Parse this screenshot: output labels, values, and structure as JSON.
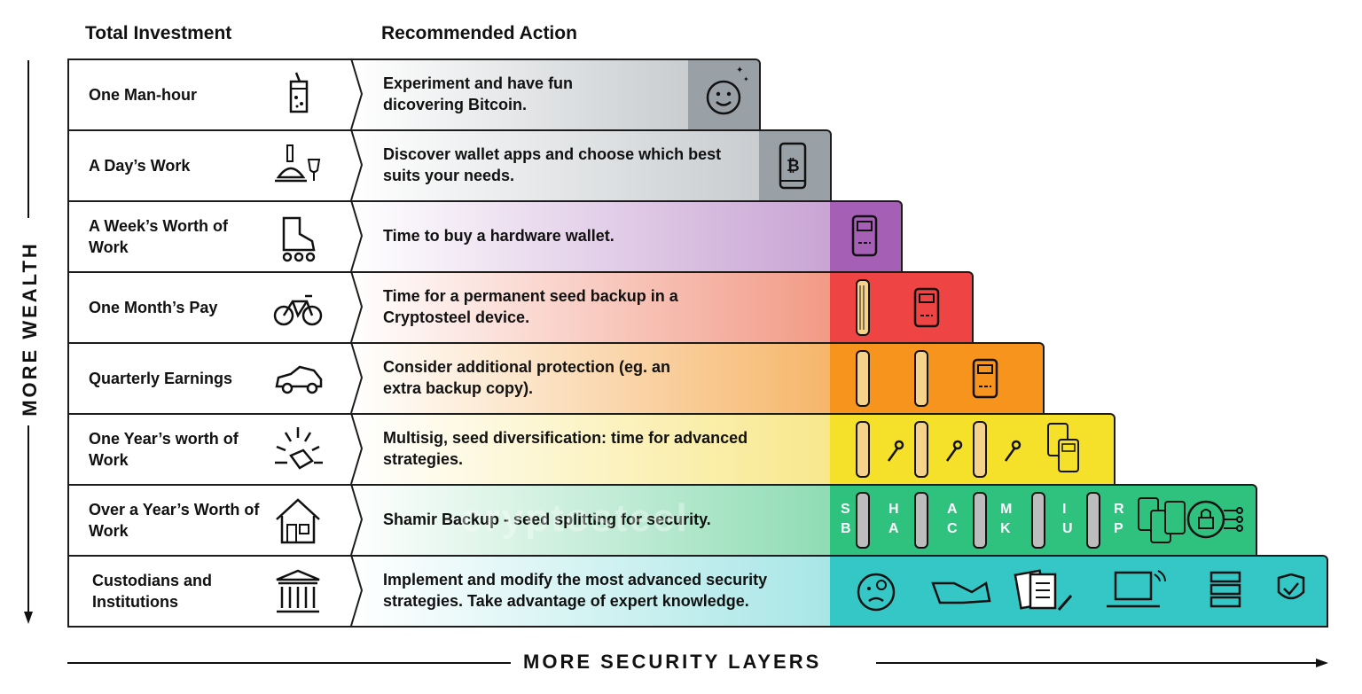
{
  "headers": {
    "total_investment": "Total Investment",
    "recommended_action": "Recommended Action"
  },
  "axes": {
    "vertical": "MORE WEALTH",
    "horizontal": "MORE SECURITY LAYERS"
  },
  "watermark": "cryptosteel",
  "rows": [
    {
      "investment": "One Man-hour",
      "action": "Experiment and have fun dicovering Bitcoin.",
      "icon": "drink-glass-icon",
      "color": "#9aa1a6"
    },
    {
      "investment": "A Day’s Work",
      "action": "Discover wallet apps and choose which best suits your needs.",
      "icon": "dinner-cloche-icon",
      "color": "#9aa1a6"
    },
    {
      "investment": "A Week’s Worth of Work",
      "action": "Time to buy a hardware wallet.",
      "icon": "roller-skate-icon",
      "color": "#a55fb5"
    },
    {
      "investment": "One Month’s Pay",
      "action": "Time for a permanent seed backup in a Cryptosteel device.",
      "icon": "bicycle-icon",
      "color": "#ef4444"
    },
    {
      "investment": "Quarterly Earnings",
      "action": "Consider additional protection (eg. an extra backup copy).",
      "icon": "car-icon",
      "color": "#f7941d"
    },
    {
      "investment": "One Year’s worth of Work",
      "action": "Multisig, seed diversification: time for advanced strategies.",
      "icon": "gold-bar-icon",
      "color": "#f5e02a"
    },
    {
      "investment": "Over a Year’s Worth of Work",
      "action": "Shamir Backup - seed splitting for security.",
      "icon": "house-icon",
      "color": "#2ec27e"
    },
    {
      "investment": "Custodians and Institutions",
      "action": "Implement and modify the most advanced security strategies. Take advantage of expert knowledge.",
      "icon": "bank-building-icon",
      "color": "#35c6c6"
    }
  ],
  "shamir_letters": [
    {
      "top": "S",
      "bottom": "B"
    },
    {
      "top": "H",
      "bottom": "A"
    },
    {
      "top": "A",
      "bottom": "C"
    },
    {
      "top": "M",
      "bottom": "K"
    },
    {
      "top": "I",
      "bottom": "U"
    },
    {
      "top": "R",
      "bottom": "P"
    }
  ]
}
